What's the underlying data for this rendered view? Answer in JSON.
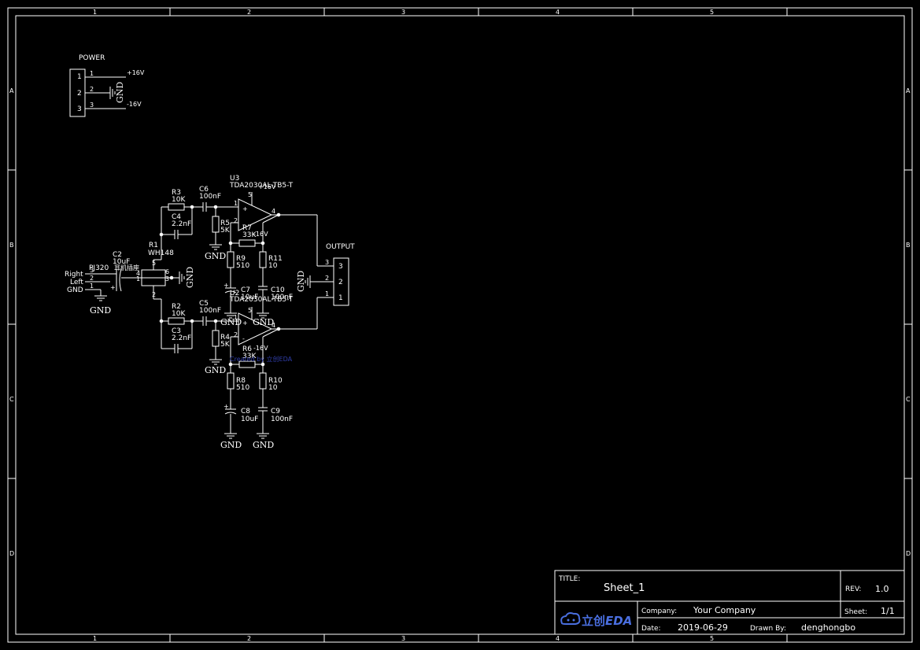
{
  "frame": {
    "col_labels": [
      "1",
      "2",
      "3",
      "4",
      "5"
    ],
    "row_labels": [
      "A",
      "B",
      "C",
      "D"
    ]
  },
  "title_block": {
    "title_label": "TITLE:",
    "title_value": "Sheet_1",
    "rev_label": "REV:",
    "rev_value": "1.0",
    "company_label": "Company:",
    "company_value": "Your Company",
    "sheet_label": "Sheet:",
    "sheet_value": "1/1",
    "date_label": "Date:",
    "date_value": "2019-06-29",
    "drawn_label": "Drawn By:",
    "drawn_value": "denghongbo",
    "logo_cn": "立创",
    "logo_en": "EDA"
  },
  "power": {
    "title": "POWER",
    "pins": [
      "1",
      "2",
      "3"
    ],
    "pos_rail": "+16V",
    "neg_rail": "-16V",
    "gnd": "GND"
  },
  "input_jack": {
    "name": "PJ320",
    "name2": "耳机插座",
    "labels": [
      "Right",
      "Left",
      "GND"
    ],
    "pins": [
      "3",
      "2",
      "1"
    ],
    "gnd": "GND"
  },
  "pot": {
    "ref": "R1",
    "value": "WH148",
    "pins": [
      "5",
      "4",
      "1",
      "6",
      "3",
      "2"
    ],
    "gnd": "GND"
  },
  "components": {
    "c2": {
      "ref": "C2",
      "value": "10uF"
    },
    "r3": {
      "ref": "R3",
      "value": "10K"
    },
    "c4": {
      "ref": "C4",
      "value": "2.2nF"
    },
    "c6": {
      "ref": "C6",
      "value": "100nF"
    },
    "r5": {
      "ref": "R5",
      "value": "5K"
    },
    "r7": {
      "ref": "R7",
      "value": "33K"
    },
    "r9": {
      "ref": "R9",
      "value": "510"
    },
    "r11": {
      "ref": "R11",
      "value": "10"
    },
    "c7": {
      "ref": "C7",
      "value": "10uF"
    },
    "c10": {
      "ref": "C10",
      "value": "100nF"
    },
    "r2": {
      "ref": "R2",
      "value": "10K"
    },
    "c3": {
      "ref": "C3",
      "value": "2.2nF"
    },
    "c5": {
      "ref": "C5",
      "value": "100nF"
    },
    "r4": {
      "ref": "R4",
      "value": "5K"
    },
    "r6": {
      "ref": "R6",
      "value": "33K"
    },
    "r8": {
      "ref": "R8",
      "value": "510"
    },
    "r10": {
      "ref": "R10",
      "value": "10"
    },
    "c8": {
      "ref": "C8",
      "value": "10uF"
    },
    "c9": {
      "ref": "C9",
      "value": "100nF"
    }
  },
  "u3": {
    "ref": "U3",
    "value": "TDA2030AL-TB5-T",
    "pins": [
      "5",
      "1",
      "2",
      "4"
    ],
    "pos": "+16V",
    "neg": "-16V"
  },
  "u2": {
    "ref": "U2",
    "value": "TDA2030AL-TB5-T",
    "pins": [
      "5",
      "1",
      "2",
      "4"
    ],
    "neg": "-16V"
  },
  "output": {
    "title": "OUTPUT",
    "pins": [
      "3",
      "2",
      "1"
    ],
    "gnd": "GND"
  },
  "gnd_label": "GND",
  "blue_note": "Created by 立创EDA",
  "colors": {
    "background": "#000000",
    "line": "#ffffff",
    "logo": "#4a6fe0",
    "note": "#2f3da8"
  }
}
